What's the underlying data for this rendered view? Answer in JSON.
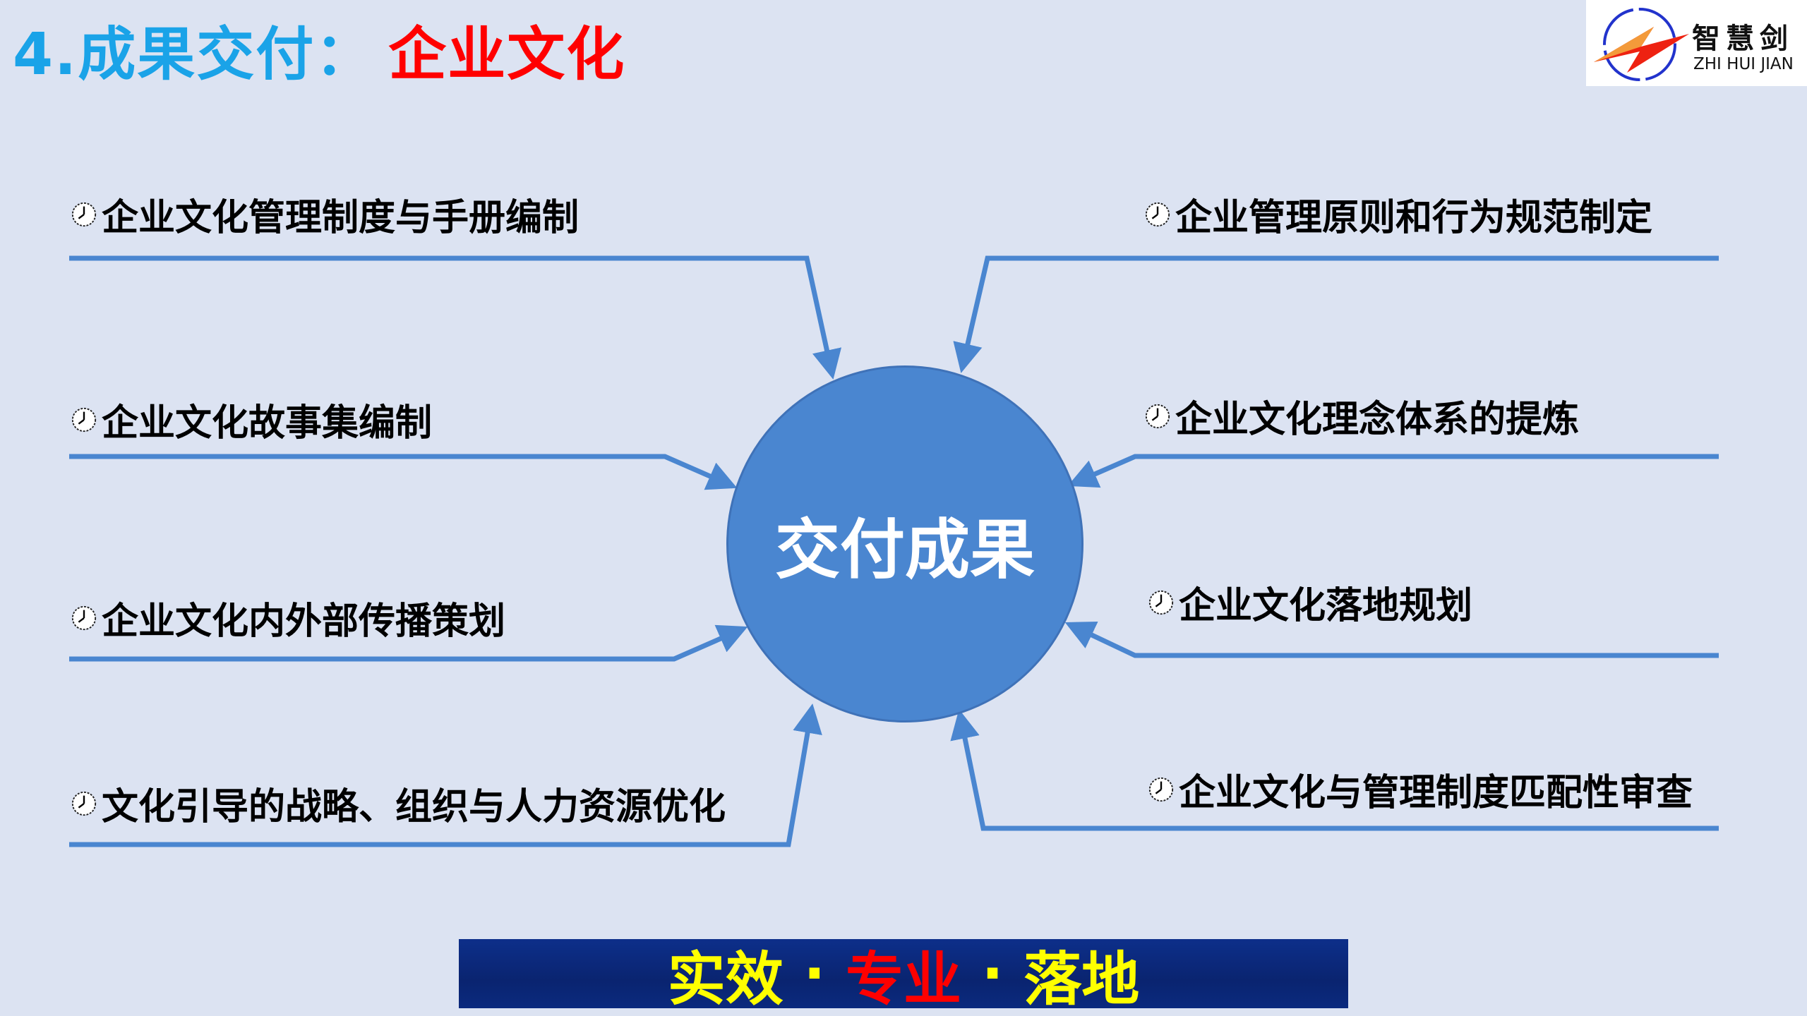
{
  "header": {
    "title_prefix": "4.成果交付：",
    "title_topic": "企业文化"
  },
  "logo": {
    "name_cn": "智慧剑",
    "name_en": "ZHI HUI JIAN"
  },
  "center": {
    "label": "交付成果"
  },
  "left_items": [
    {
      "label": "企业文化管理制度与手册编制",
      "icon": "clock-icon"
    },
    {
      "label": "企业文化故事集编制",
      "icon": "clock-icon"
    },
    {
      "label": "企业文化内外部传播策划",
      "icon": "clock-icon"
    },
    {
      "label": "文化引导的战略、组织与人力资源优化",
      "icon": "clock-icon"
    }
  ],
  "right_items": [
    {
      "label": "企业管理原则和行为规范制定",
      "icon": "clock-icon"
    },
    {
      "label": "企业文化理念体系的提炼",
      "icon": "clock-icon"
    },
    {
      "label": "企业文化落地规划",
      "icon": "clock-icon"
    },
    {
      "label": "企业文化与管理制度匹配性审查",
      "icon": "clock-icon"
    }
  ],
  "banner": {
    "part1": "实效",
    "sep1": " · ",
    "part2": "专业",
    "sep2": " · ",
    "part3": "落地"
  },
  "colors": {
    "title_blue": "#1aa3e8",
    "title_red": "#ff0000",
    "line": "#4a86d0",
    "banner_bg": "#0a2470",
    "banner_yellow": "#ffff00"
  }
}
